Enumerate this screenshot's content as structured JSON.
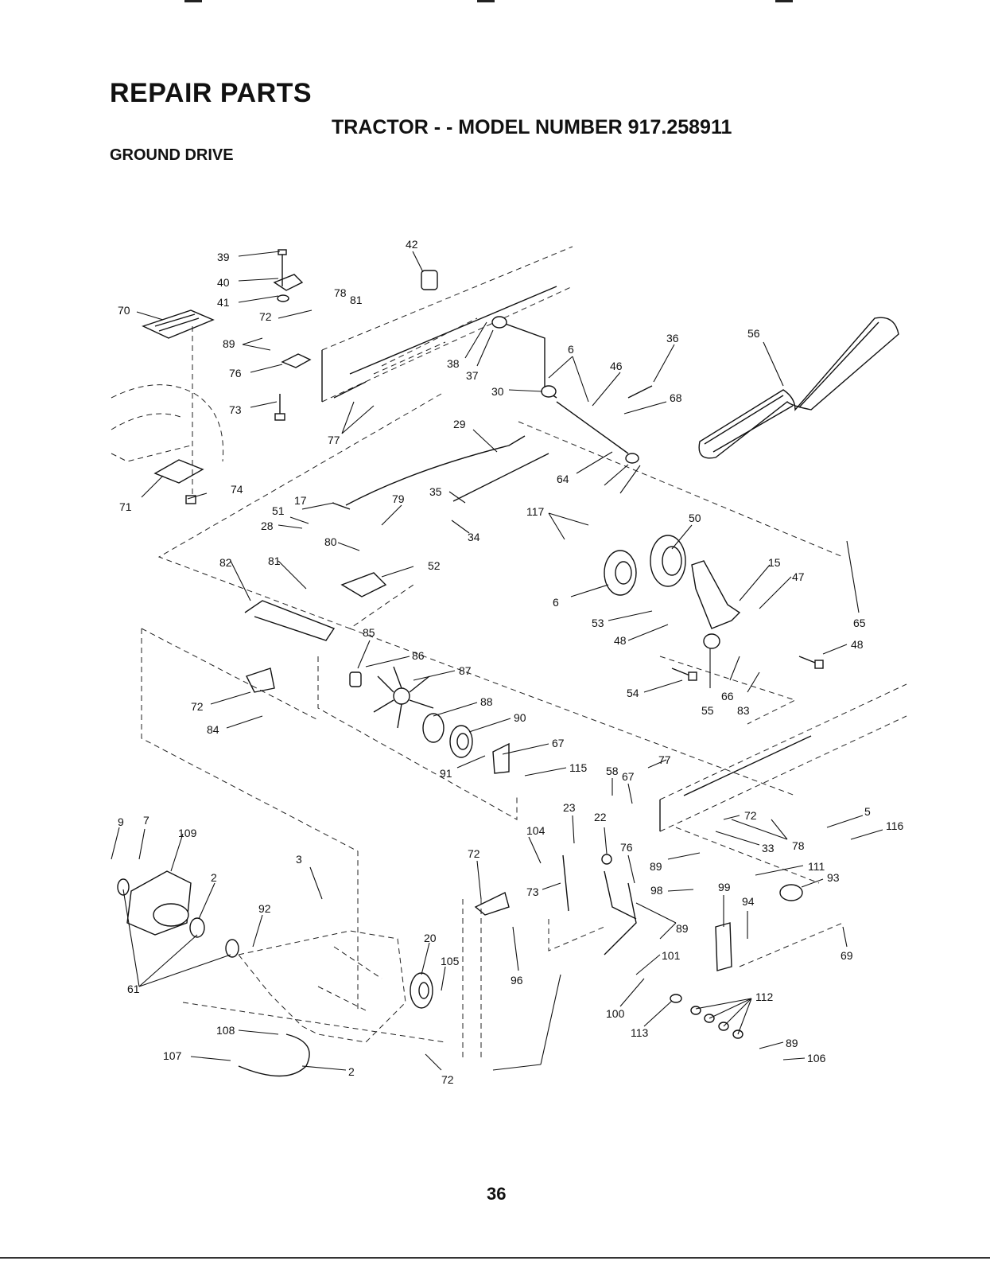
{
  "header": {
    "title": "REPAIR PARTS",
    "model": "TRACTOR - - MODEL NUMBER 917.258911",
    "section": "GROUND DRIVE"
  },
  "page_number": "36",
  "callouts": [
    "39",
    "40",
    "41",
    "70",
    "72",
    "78",
    "81",
    "89",
    "76",
    "73",
    "77",
    "71",
    "74",
    "42",
    "38",
    "37",
    "30",
    "29",
    "6",
    "36",
    "46",
    "68",
    "64",
    "56",
    "17",
    "51",
    "28",
    "79",
    "35",
    "34",
    "117",
    "50",
    "82",
    "81",
    "80",
    "52",
    "6",
    "15",
    "47",
    "65",
    "53",
    "48",
    "48",
    "54",
    "55",
    "66",
    "83",
    "72",
    "84",
    "85",
    "86",
    "87",
    "88",
    "90",
    "67",
    "91",
    "115",
    "77",
    "58",
    "67",
    "5",
    "116",
    "72",
    "78",
    "33",
    "9",
    "7",
    "109",
    "3",
    "2",
    "92",
    "104",
    "72",
    "23",
    "22",
    "76",
    "89",
    "111",
    "93",
    "73",
    "98",
    "99",
    "94",
    "89",
    "69",
    "61",
    "20",
    "105",
    "96",
    "101",
    "112",
    "100",
    "113",
    "89",
    "106",
    "108",
    "107",
    "2",
    "72"
  ]
}
